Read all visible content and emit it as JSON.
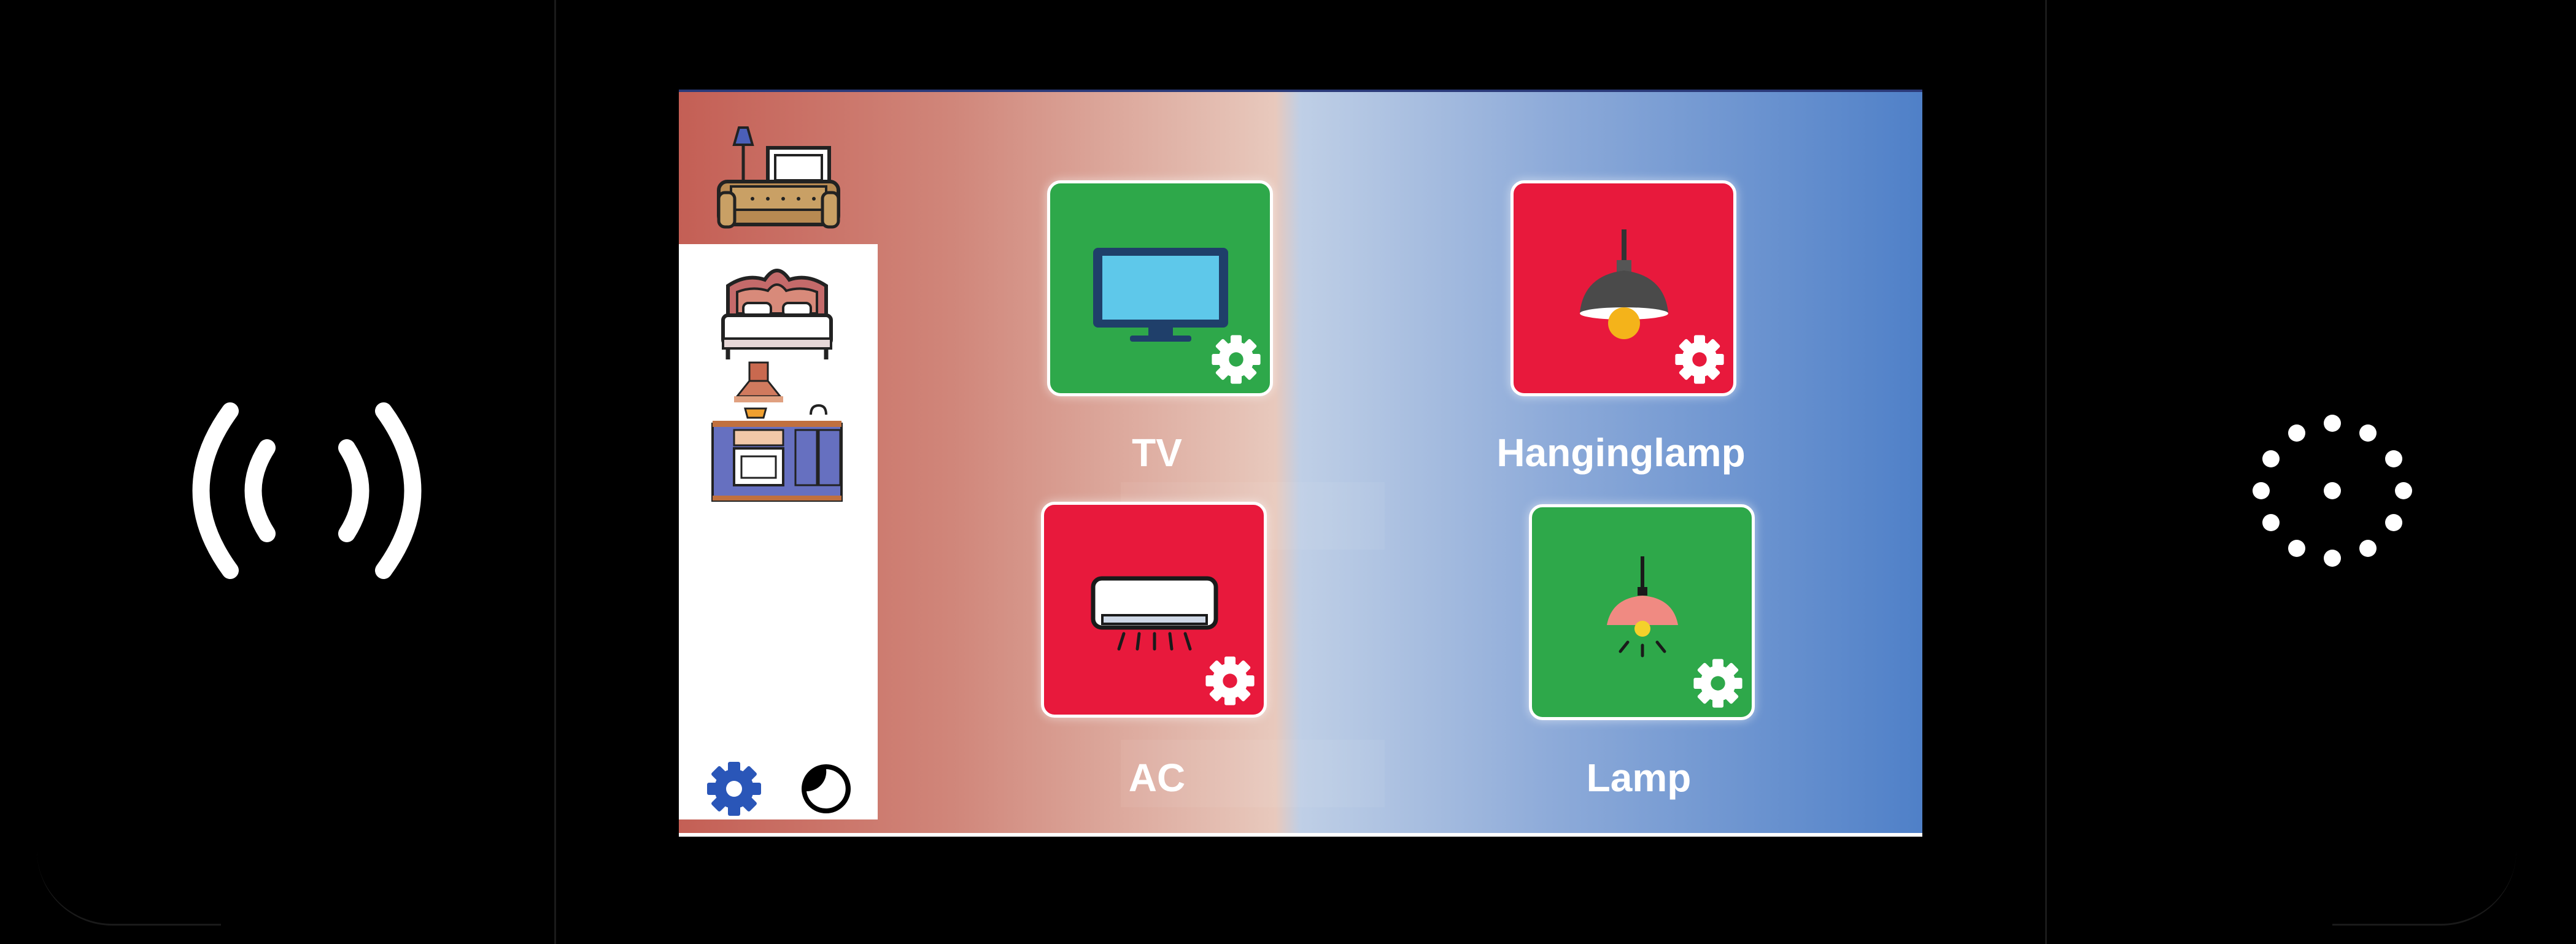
{
  "device_frame": {
    "left_icon": "signal-waves-icon",
    "right_icon": "dotted-circle-icon"
  },
  "sidebar": {
    "rooms": [
      {
        "icon": "living-room-icon",
        "selected": false
      },
      {
        "icon": "bedroom-icon",
        "selected": true
      },
      {
        "icon": "kitchen-icon",
        "selected": true
      }
    ],
    "bottom_icons": [
      "gear-icon",
      "theme-moon-icon"
    ]
  },
  "devices": [
    {
      "label": "TV",
      "icon": "tv-icon",
      "state": "on",
      "color": "#2ea84a"
    },
    {
      "label": "Hanginglamp",
      "icon": "hanging-lamp-icon",
      "state": "off",
      "color": "#e8193c"
    },
    {
      "label": "AC",
      "icon": "air-conditioner-icon",
      "state": "off",
      "color": "#e8193c"
    },
    {
      "label": "Lamp",
      "icon": "lamp-icon",
      "state": "on",
      "color": "#2ea84a"
    }
  ],
  "colors": {
    "on": "#2ea84a",
    "off": "#e8193c",
    "accent_blue": "#2a56b8"
  }
}
